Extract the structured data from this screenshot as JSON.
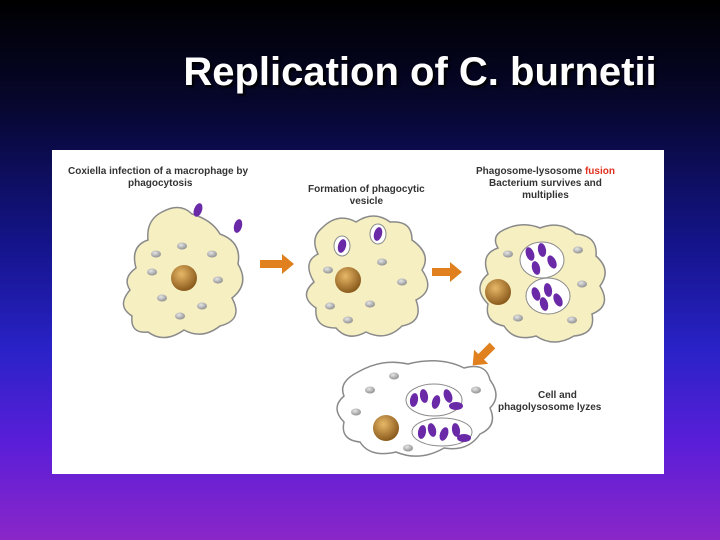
{
  "slide": {
    "title": "Replication of C. burnetii"
  },
  "figure": {
    "label_1_line1": "Coxiella infection of a macrophage by",
    "label_1_line2": "phagocytosis",
    "label_2_line1": "Formation of phagocytic",
    "label_2_line2": "vesicle",
    "label_3_prefix": "Phagosome-lysosome",
    "label_3_fusion": "fusion",
    "label_3_line2": "Bacterium survives and",
    "label_3_line3": "multiplies",
    "label_4_line1": "Cell and",
    "label_4_line2": "phagolysosome lyzes"
  },
  "colors": {
    "cell_fill": "#f6efc2",
    "bacterium": "#6a2aa8",
    "nucleus": "#c08a3a",
    "arrow": "#e0801e",
    "fusion_text": "#e0301e"
  }
}
